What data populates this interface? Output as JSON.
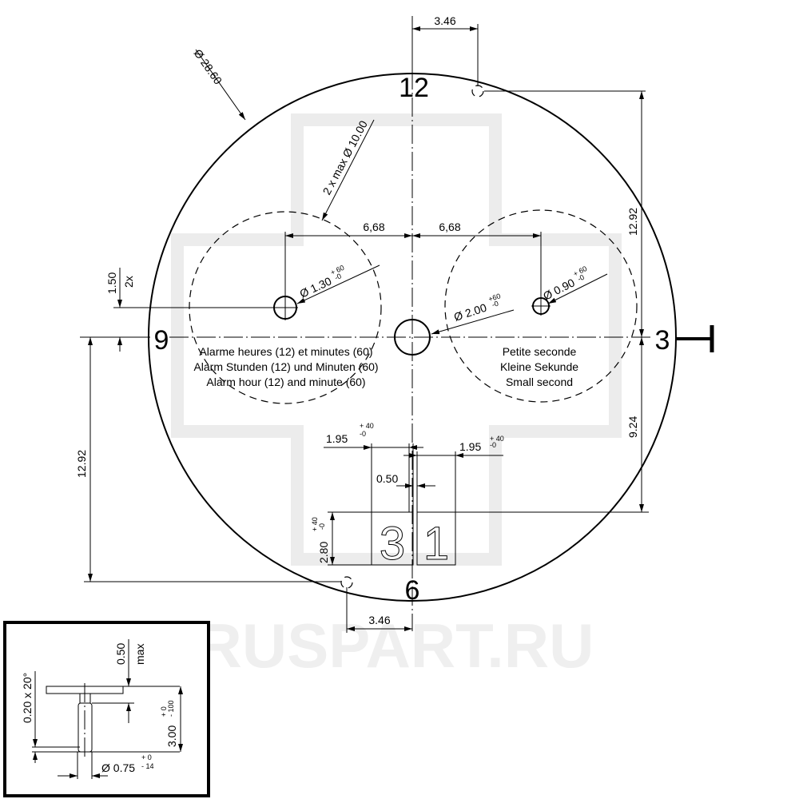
{
  "watermark": "RUSPART.RU",
  "dial": {
    "outer_diameter": "Ø 28.60",
    "numerals": {
      "twelve": "12",
      "three": "3",
      "six": "6",
      "nine": "9"
    },
    "subdial_diameter": "2 x max Ø 10.00",
    "date_digits": [
      "3",
      "1"
    ]
  },
  "dimensions": {
    "top_offset": "3.46",
    "bottom_offset": "3.46",
    "left_sub_x": "6,68",
    "right_sub_x": "6,68",
    "left_sub_y": "1.50",
    "left_sub_y_note": "2x",
    "right_top": "12.92",
    "right_bottom": "9.24",
    "left_bottom": "12.92",
    "hole_left": {
      "value": "Ø 1.30",
      "tol_plus": "+ 60",
      "tol_minus": "-0"
    },
    "hole_center": {
      "value": "Ø 2.00",
      "tol_plus": "+60",
      "tol_minus": "-0"
    },
    "hole_right": {
      "value": "Ø 0.90",
      "tol_plus": "+ 60",
      "tol_minus": "-0"
    },
    "date_left_width": {
      "value": "1.95",
      "tol_plus": "+ 40",
      "tol_minus": "-0"
    },
    "date_right_width": {
      "value": "1.95",
      "tol_plus": "+ 40",
      "tol_minus": "-0"
    },
    "date_gap": "0.50",
    "date_height": {
      "value": "2.80",
      "tol_plus": "+ 40",
      "tol_minus": "-0"
    }
  },
  "labels": {
    "left_subdial": [
      "Alarme heures (12) et minutes (60)",
      "Alarm Stunden (12) und Minuten (60)",
      "Alarm hour (12) and minute (60)"
    ],
    "right_subdial": [
      "Petite seconde",
      "Kleine Sekunde",
      "Small second"
    ]
  },
  "inset": {
    "chamfer": "0.20 x 20°",
    "head_thickness": "0.50",
    "head_note": "max",
    "length": {
      "value": "3.00",
      "tol_plus": "+ 0",
      "tol_minus": "- 100"
    },
    "diameter": {
      "value": "Ø 0.75",
      "tol_plus": "+ 0",
      "tol_minus": "- 14"
    }
  }
}
